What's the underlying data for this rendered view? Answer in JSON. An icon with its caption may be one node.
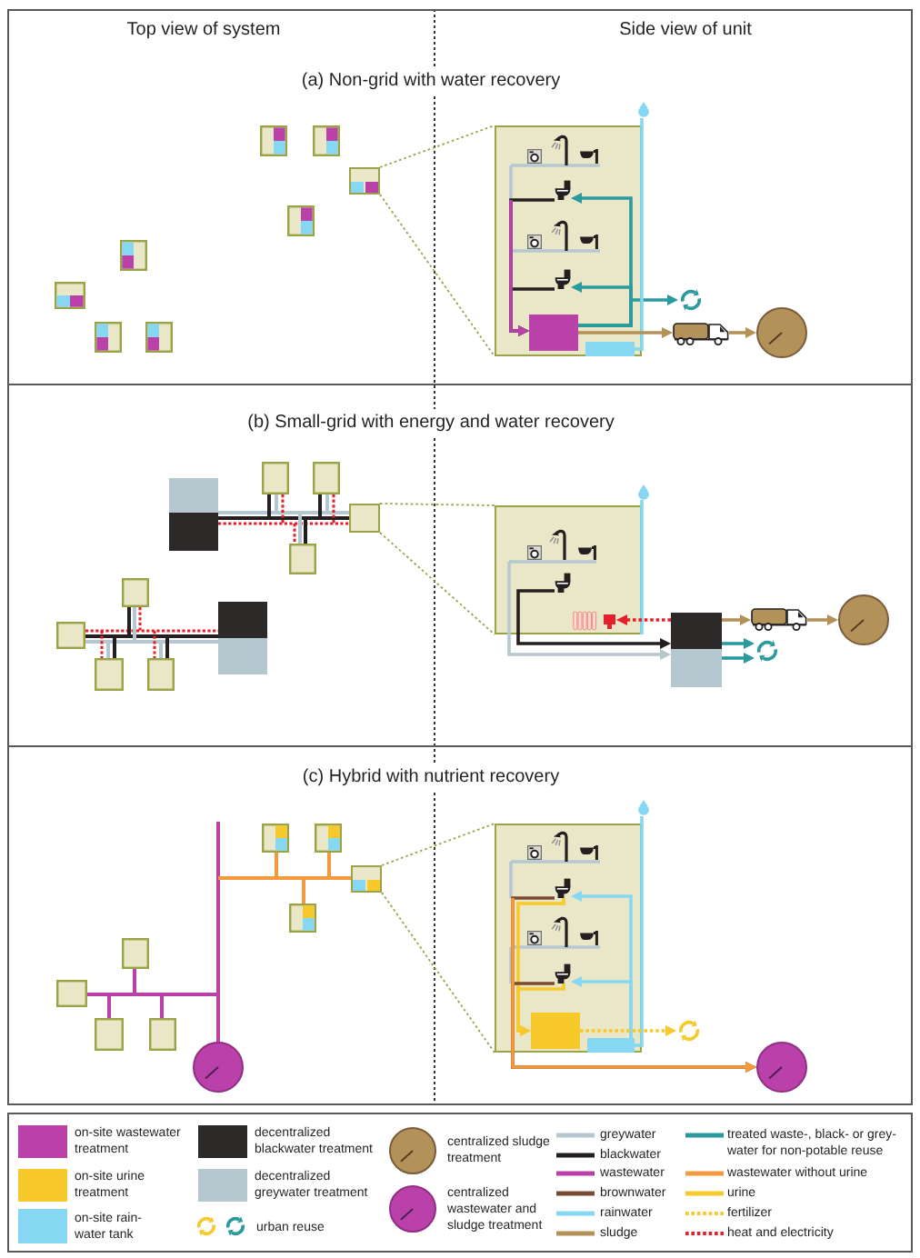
{
  "diagram": {
    "nodes": [
      {
        "text": [
          "(a) Non-grid with water recovery"
        ]
      },
      {
        "text": [],
        "shape": "box",
        "in": 0
      },
      {
        "text": [],
        "shape": "picture",
        "in": 0
      },
      {
        "text": [],
        "shape": "box",
        "in": 0
      },
      {
        "text": [],
        "shape": "picture",
        "in": 3
      },
      {
        "text": [],
        "shape": "picture",
        "in": 3
      },
      {
        "text": [],
        "shape": "box",
        "in": 3
      },
      {
        "text": [],
        "shape": "box",
        "in": 3
      },
      {
        "text": [],
        "shape": "picture",
        "in": 0
      },
      {
        "text": [],
        "shape": "circle",
        "in": 0
      },
      {
        "text": [],
        "shape": "picture",
        "in": 0
      },
      {
        "text": [
          "(b) Small-grid with energy and water recovery"
        ]
      },
      {
        "text": [],
        "shape": "box",
        "in": 11
      },
      {
        "text": [],
        "shape": "box",
        "in": 11
      },
      {
        "text": [],
        "shape": "picture",
        "in": 13
      },
      {
        "text": [],
        "shape": "picture",
        "in": 13
      },
      {
        "text": [],
        "shape": "box",
        "in": 11
      },
      {
        "text": [],
        "shape": "box",
        "in": 11
      },
      {
        "text": [],
        "shape": "picture",
        "in": 11
      },
      {
        "text": [],
        "shape": "circle",
        "in": 11
      },
      {
        "text": [],
        "shape": "picture",
        "in": 11
      },
      {
        "text": [
          "(c) Hybrid with nutrient recovery"
        ]
      },
      {
        "text": [],
        "shape": "box",
        "in": 21
      },
      {
        "text": [],
        "shape": "picture",
        "in": 21
      },
      {
        "text": [],
        "shape": "box",
        "in": 21
      },
      {
        "text": [],
        "shape": "picture",
        "in": 24
      },
      {
        "text": [],
        "shape": "picture",
        "in": 24
      },
      {
        "text": [],
        "shape": "box",
        "in": 24
      },
      {
        "text": [],
        "shape": "box",
        "in": 24
      },
      {
        "text": [],
        "shape": "picture",
        "in": 21
      },
      {
        "text": [],
        "shape": "circle",
        "in": 21
      }
    ],
    "edges": [
      {
        "from": 1,
        "to": 3,
        "arrow": "none",
        "style": "dashed"
      },
      {
        "from": 1,
        "to": 3,
        "arrow": "none",
        "style": "dashed"
      },
      {
        "from": 4,
        "to": 6,
        "arrow": "to",
        "color": "#231f20"
      },
      {
        "from": 5,
        "to": 6,
        "arrow": "to",
        "color": "#231f20"
      },
      {
        "from": 3,
        "to": 6,
        "arrow": "to",
        "color": "#b941a9"
      },
      {
        "from": 6,
        "to": 4,
        "arrow": "to",
        "color": "#2a9a9e"
      },
      {
        "from": 6,
        "to": 5,
        "arrow": "to",
        "color": "#2a9a9e"
      },
      {
        "from": 6,
        "to": 10,
        "arrow": "to",
        "color": "#2a9a9e"
      },
      {
        "from": 2,
        "to": 7,
        "arrow": "none",
        "color": "#86d7f2"
      },
      {
        "from": 6,
        "to": 8,
        "arrow": "to",
        "color": "#b3925a"
      },
      {
        "from": 8,
        "to": 9,
        "arrow": "to",
        "color": "#b3925a"
      },
      {
        "from": 12,
        "to": 13,
        "arrow": "none",
        "style": "dashed"
      },
      {
        "from": 12,
        "to": 13,
        "arrow": "none",
        "style": "dashed"
      },
      {
        "from": 14,
        "to": 16,
        "arrow": "to",
        "color": "#231f20"
      },
      {
        "from": 13,
        "to": 17,
        "arrow": "to",
        "color": "#b5c8d0"
      },
      {
        "from": 16,
        "to": 15,
        "arrow": "to",
        "style": "dashed",
        "color": "#e5202a"
      },
      {
        "from": 16,
        "to": 18,
        "arrow": "to",
        "color": "#b3925a"
      },
      {
        "from": 18,
        "to": 19,
        "arrow": "to",
        "color": "#b3925a"
      },
      {
        "from": 16,
        "to": 20,
        "arrow": "to",
        "color": "#2a9a9e"
      },
      {
        "from": 17,
        "to": 20,
        "arrow": "to",
        "color": "#2a9a9e"
      },
      {
        "from": 22,
        "to": 24,
        "arrow": "none",
        "style": "dashed"
      },
      {
        "from": 22,
        "to": 24,
        "arrow": "none",
        "style": "dashed"
      },
      {
        "from": 25,
        "to": 27,
        "arrow": "to",
        "color": "#f7c92b"
      },
      {
        "from": 26,
        "to": 27,
        "arrow": "to",
        "color": "#f7c92b"
      },
      {
        "from": 25,
        "to": 30,
        "arrow": "to",
        "color": "#7a4b33"
      },
      {
        "from": 26,
        "to": 30,
        "arrow": "to",
        "color": "#7a4b33"
      },
      {
        "from": 24,
        "to": 30,
        "arrow": "to",
        "color": "#f39a3e"
      },
      {
        "from": 28,
        "to": 25,
        "arrow": "to",
        "color": "#86d7f2"
      },
      {
        "from": 28,
        "to": 26,
        "arrow": "to",
        "color": "#86d7f2"
      },
      {
        "from": 23,
        "to": 28,
        "arrow": "none",
        "color": "#86d7f2"
      },
      {
        "from": 27,
        "to": 29,
        "arrow": "to",
        "style": "dashed",
        "color": "#f7c92b"
      }
    ],
    "labels": [
      "Top view of system",
      "Side view of unit"
    ],
    "legend": [
      {
        "text": "on-site wastewater treatment",
        "color": "#b941a9"
      },
      {
        "text": "on-site urine treatment",
        "color": "#f7c92b"
      },
      {
        "text": "on-site rain-water tank",
        "color": "#86d7f2"
      },
      {
        "text": "decentralized blackwater treatment",
        "color": "#2d2929"
      },
      {
        "text": "decentralized greywater treatment",
        "color": "#b5c8d0"
      },
      {
        "text": "urban reuse"
      },
      {
        "text": "centralized sludge treatment"
      },
      {
        "text": "centralized wastewater and sludge treatment"
      },
      {
        "text": "greywater"
      },
      {
        "text": "blackwater"
      },
      {
        "text": "wastewater"
      },
      {
        "text": "brownwater"
      },
      {
        "text": "rainwater"
      },
      {
        "text": "sludge"
      },
      {
        "text": "treated waste-, black- or grey-water for non-potable reuse"
      },
      {
        "text": "wastewater without urine"
      },
      {
        "text": "urine"
      },
      {
        "text": "fertilizer"
      },
      {
        "text": "heat and electricity"
      }
    ]
  }
}
